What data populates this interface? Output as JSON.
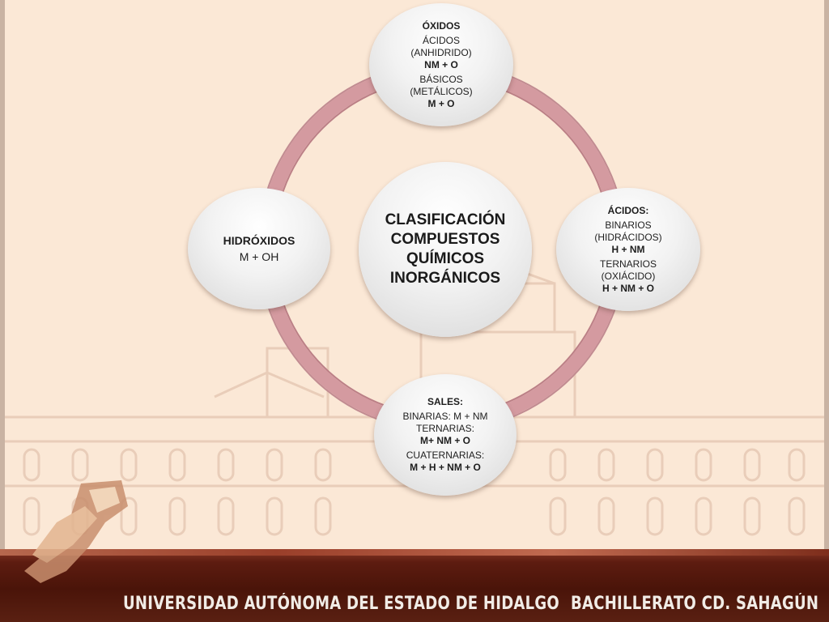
{
  "diagram": {
    "center": {
      "title_lines": [
        "CLASIFICACIÓN",
        "COMPUESTOS",
        "QUÍMICOS",
        "INORGÁNICOS"
      ]
    },
    "top": {
      "heading": "ÓXIDOS",
      "lines": [
        {
          "text": "ÁCIDOS",
          "bold": false
        },
        {
          "text": "(ANHIDRIDO)",
          "bold": false
        },
        {
          "text": "NM + O",
          "bold": true
        },
        {
          "text": "BÁSICOS",
          "bold": false
        },
        {
          "text": "(METÁLICOS)",
          "bold": false
        },
        {
          "text": "M + O",
          "bold": true
        }
      ]
    },
    "right": {
      "heading": "ÁCIDOS:",
      "lines": [
        {
          "text": "BINARIOS",
          "bold": false
        },
        {
          "text": "(HIDRÁCIDOS)",
          "bold": false
        },
        {
          "text": "H + NM",
          "bold": true
        },
        {
          "text": "TERNARIOS",
          "bold": false
        },
        {
          "text": "(OXIÁCIDO)",
          "bold": false
        },
        {
          "text": "H + NM + O",
          "bold": true
        }
      ]
    },
    "bottom": {
      "heading": "SALES:",
      "lines": [
        {
          "text": "BINARIAS: M + NM",
          "bold": false
        },
        {
          "text": "TERNARIAS:",
          "bold": false
        },
        {
          "text": "M+ NM + O",
          "bold": true
        },
        {
          "text": "CUATERNARIAS:",
          "bold": false
        },
        {
          "text": "M + H + NM + O",
          "bold": true
        }
      ]
    },
    "left": {
      "heading": "HIDRÓXIDOS",
      "lines": [
        {
          "text": "M + OH",
          "bold": false
        }
      ]
    }
  },
  "footer": {
    "left_text": "UNIVERSIDAD AUTÓNOMA DEL ESTADO DE HIDALGO",
    "right_text": "BACHILLERATO CD. SAHAGÚN"
  },
  "colors": {
    "background": "#fbe8d6",
    "ring": "#d49aa0",
    "footer": "#4a1409",
    "footer_text": "#f1ece6"
  }
}
